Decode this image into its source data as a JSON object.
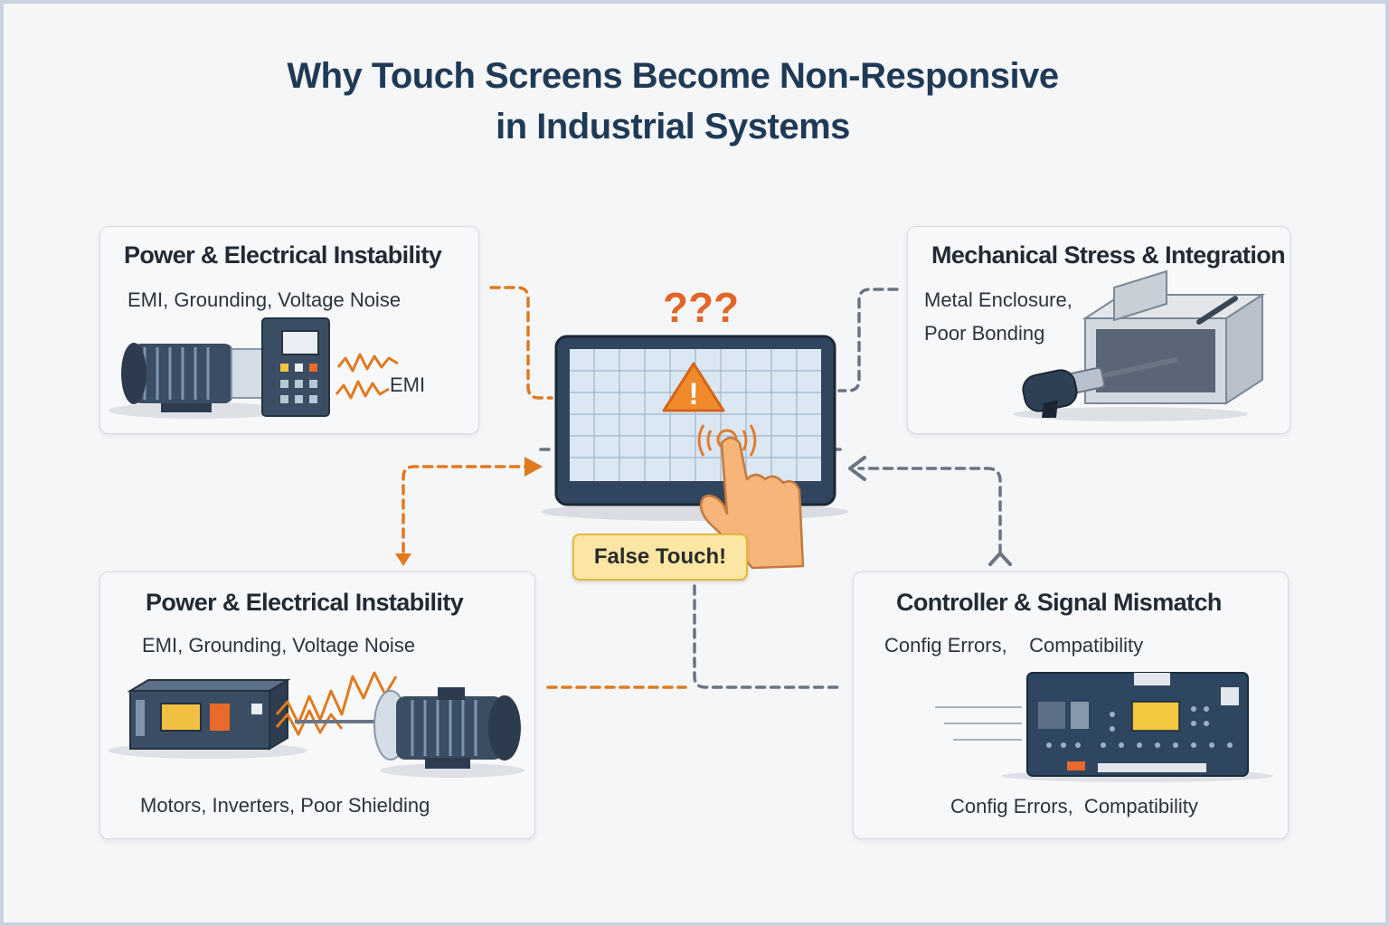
{
  "title": {
    "line1": "Why Touch Screens Become Non-Responsive",
    "line2": "in Industrial Systems"
  },
  "cards": [
    {
      "title": "Power & Electrical Instability",
      "subtitle": "EMI, Grounding, Voltage Noise",
      "label": "EMI"
    },
    {
      "title": "Mechanical Stress & Integration",
      "line1": "Metal Enclosure,",
      "line2": "Poor Bonding"
    },
    {
      "title": "Power & Electrical Instability",
      "subtitle": "EMI, Grounding, Voltage Noise",
      "footer": "Motors, Inverters, Poor Shielding"
    },
    {
      "title": "Controller & Signal Mismatch",
      "subtitle": "Config Errors,    Compatibility",
      "footer": "Config Errors,  Compatibility"
    }
  ],
  "center": {
    "question_marks": "???",
    "badge": "False Touch!",
    "warning_glyph": "!"
  },
  "colors": {
    "accent_orange": "#e07a1f",
    "connector_gray": "#6b7482",
    "title_navy": "#1f3a56",
    "badge_yellow": "#fbe7a3"
  },
  "icons": [
    "touch-screen-icon",
    "warning-icon",
    "finger-tap-icon",
    "motor-icon",
    "control-panel-icon",
    "emi-wave-icon",
    "enclosure-icon",
    "screwdriver-icon",
    "inverter-icon",
    "circuit-board-icon"
  ]
}
